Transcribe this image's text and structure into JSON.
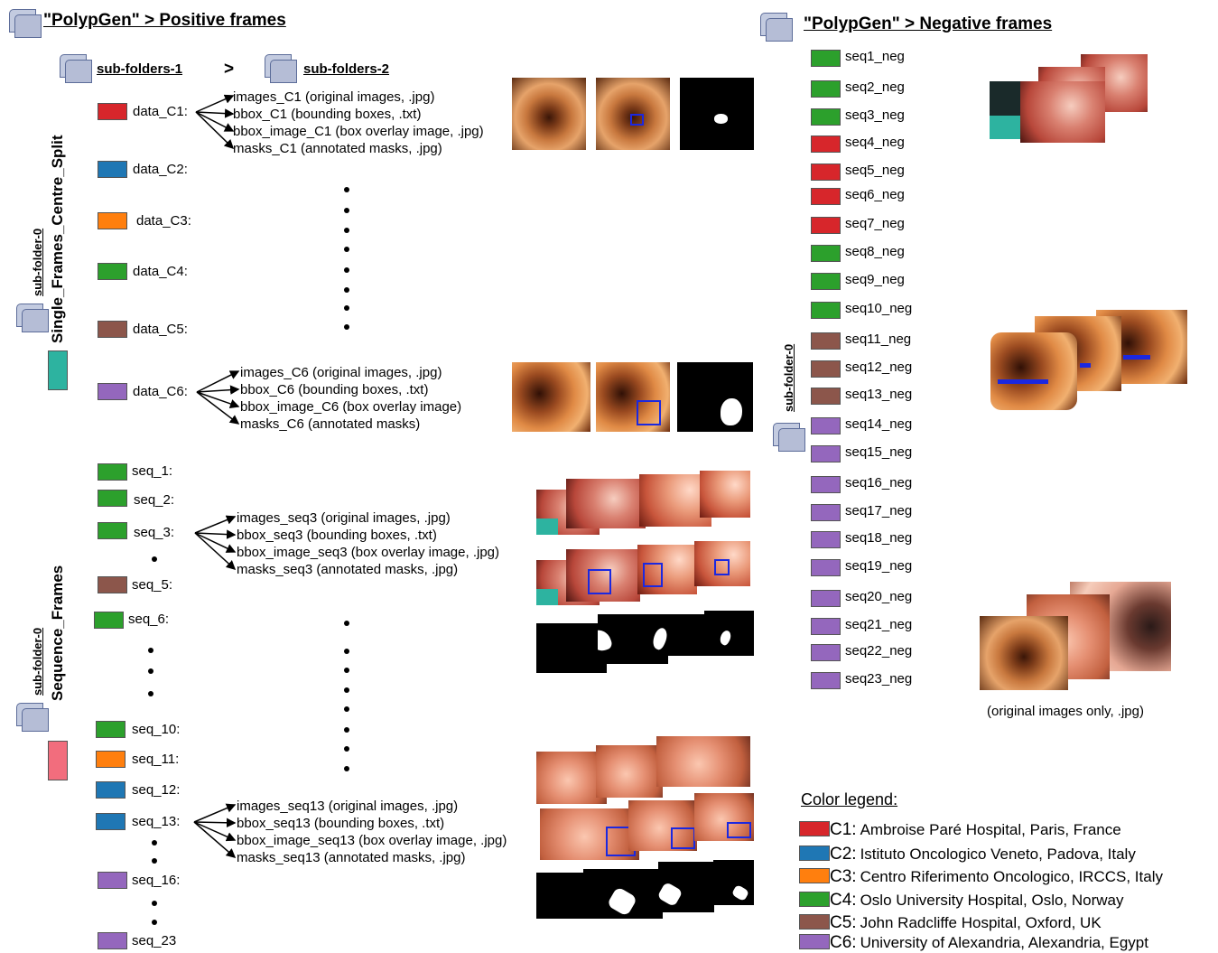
{
  "colors": {
    "c1": "#d7262b",
    "c2": "#1f77b4",
    "c3": "#ff7f0e",
    "c4": "#2ca02c",
    "c5": "#8c564b",
    "c6": "#9467bd",
    "teal": "#2db3a0",
    "pink": "#f26d7d",
    "box": "#1b28e0"
  },
  "positive": {
    "title": "\"PolypGen\" > Positive frames",
    "subfolders1": "sub-folders-1",
    "arrow": ">",
    "subfolders2": "sub-folders-2",
    "single_frames": {
      "subfolder": "sub-folder-0",
      "name": "Single_Frames_Centre_Split"
    },
    "sequence_frames": {
      "subfolder": "sub-folder-0",
      "name": "Sequence_Frames"
    },
    "data_items": [
      {
        "label": "data_C1:",
        "color": "c1"
      },
      {
        "label": "data_C2:",
        "color": "c2"
      },
      {
        "label": "data_C3:",
        "color": "c3"
      },
      {
        "label": "data_C4:",
        "color": "c4"
      },
      {
        "label": "data_C5:",
        "color": "c5"
      },
      {
        "label": "data_C6:",
        "color": "c6"
      }
    ],
    "c1_files": [
      "images_C1 (original images, .jpg)",
      "bbox_C1 (bounding boxes, .txt)",
      "bbox_image_C1 (box overlay image, .jpg)",
      "masks_C1 (annotated masks, .jpg)"
    ],
    "c6_files": [
      "images_C6 (original images, .jpg)",
      "bbox_C6 (bounding boxes, .txt)",
      "bbox_image_C6 (box overlay image)",
      "masks_C6 (annotated masks)"
    ],
    "seq_items": [
      {
        "label": "seq_1:",
        "color": "c4"
      },
      {
        "label": "seq_2:",
        "color": "c4"
      },
      {
        "label": "seq_3:",
        "color": "c4"
      },
      {
        "label": "seq_5:",
        "color": "c5"
      },
      {
        "label": "seq_6:",
        "color": "c4"
      },
      {
        "label": "seq_10:",
        "color": "c4"
      },
      {
        "label": "seq_11:",
        "color": "c3"
      },
      {
        "label": "seq_12:",
        "color": "c2"
      },
      {
        "label": "seq_13:",
        "color": "c2"
      },
      {
        "label": "seq_16:",
        "color": "c6"
      },
      {
        "label": "seq_23",
        "color": "c6"
      }
    ],
    "seq3_files": [
      "images_seq3 (original images, .jpg)",
      "bbox_seq3 (bounding boxes, .txt)",
      "bbox_image_seq3 (box overlay image, .jpg)",
      "masks_seq3 (annotated masks, .jpg)"
    ],
    "seq13_files": [
      "images_seq13 (original images, .jpg)",
      "bbox_seq13 (bounding boxes, .txt)",
      "bbox_image_seq13 (box overlay image, .jpg)",
      "masks_seq13 (annotated masks, .jpg)"
    ]
  },
  "negative": {
    "title": "\"PolypGen\" > Negative frames",
    "subfolder": "sub-folder-0",
    "items": [
      {
        "label": "seq1_neg",
        "color": "c4"
      },
      {
        "label": "seq2_neg",
        "color": "c4"
      },
      {
        "label": "seq3_neg",
        "color": "c4"
      },
      {
        "label": "seq4_neg",
        "color": "c1"
      },
      {
        "label": "seq5_neg",
        "color": "c1"
      },
      {
        "label": "seq6_neg",
        "color": "c1"
      },
      {
        "label": "seq7_neg",
        "color": "c1"
      },
      {
        "label": "seq8_neg",
        "color": "c4"
      },
      {
        "label": "seq9_neg",
        "color": "c4"
      },
      {
        "label": "seq10_neg",
        "color": "c4"
      },
      {
        "label": "seq11_neg",
        "color": "c5"
      },
      {
        "label": "seq12_neg",
        "color": "c5"
      },
      {
        "label": "seq13_neg",
        "color": "c5"
      },
      {
        "label": "seq14_neg",
        "color": "c6"
      },
      {
        "label": "seq15_neg",
        "color": "c6"
      },
      {
        "label": "seq16_neg",
        "color": "c6"
      },
      {
        "label": "seq17_neg",
        "color": "c6"
      },
      {
        "label": "seq18_neg",
        "color": "c6"
      },
      {
        "label": "seq19_neg",
        "color": "c6"
      },
      {
        "label": "seq20_neg",
        "color": "c6"
      },
      {
        "label": "seq21_neg",
        "color": "c6"
      },
      {
        "label": "seq22_neg",
        "color": "c6"
      },
      {
        "label": "seq23_neg",
        "color": "c6"
      }
    ],
    "caption": "(original images only, .jpg)"
  },
  "legend": {
    "title": "Color legend:",
    "items": [
      {
        "code": "C1:",
        "text": "Ambroise Paré Hospital, Paris, France",
        "color": "c1"
      },
      {
        "code": "C2:",
        "text": "Istituto Oncologico Veneto, Padova, Italy",
        "color": "c2"
      },
      {
        "code": "C3:",
        "text": "Centro Riferimento Oncologico, IRCCS, Italy",
        "color": "c3"
      },
      {
        "code": "C4:",
        "text": "Oslo University Hospital, Oslo, Norway",
        "color": "c4"
      },
      {
        "code": "C5:",
        "text": "John Radcliffe Hospital, Oxford, UK",
        "color": "c5"
      },
      {
        "code": "C6:",
        "text": "University of Alexandria, Alexandria, Egypt",
        "color": "c6"
      }
    ]
  }
}
